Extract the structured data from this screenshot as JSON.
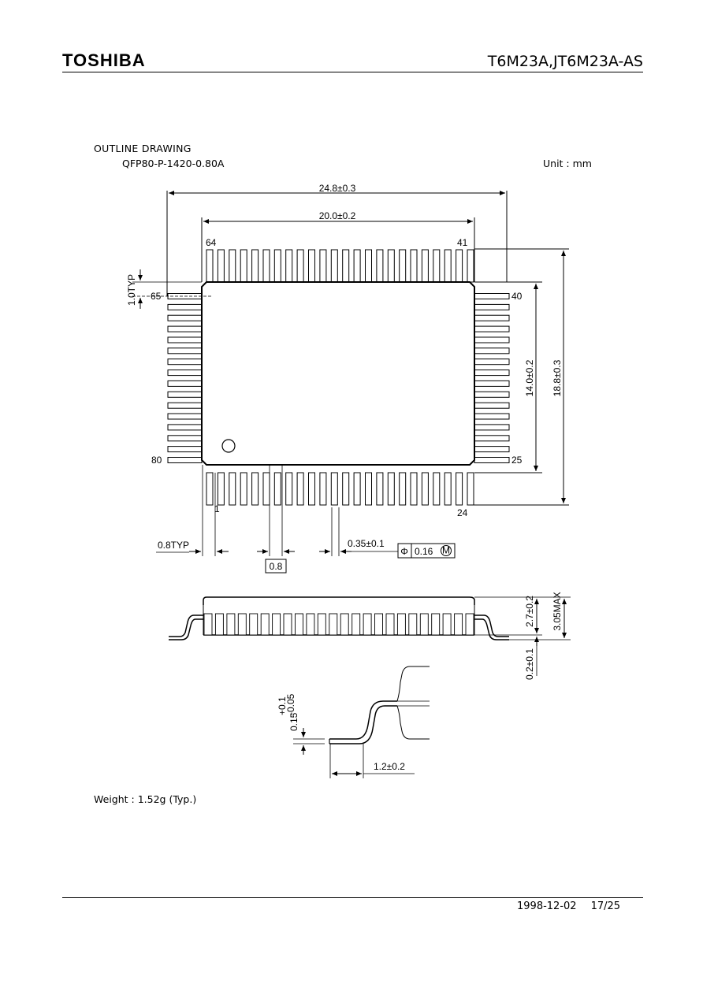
{
  "header": {
    "logo": "TOSHIBA",
    "part_number": "T6M23A,JT6M23A-AS"
  },
  "section": {
    "title": "OUTLINE DRAWING",
    "package": "QFP80-P-1420-0.80A",
    "unit": "Unit : mm"
  },
  "dims": {
    "overall_width": "24.8±0.3",
    "body_width": "20.0±0.2",
    "body_height": "14.0±0.2",
    "overall_height": "18.8±0.3",
    "corner_typ": "1.0TYP",
    "pitch_typ": "0.8TYP",
    "pitch_basic": "0.8",
    "lead_width": "0.35±0.1",
    "position_tol": "0.16",
    "position_symbol": "Φ",
    "mmc_symbol": "M",
    "body_thickness": "2.7±0.2",
    "max_height": "3.05MAX",
    "standoff": "0.2±0.1",
    "lead_thickness": "0.15",
    "lead_thickness_plus": "+0.1",
    "lead_thickness_minus": "-0.05",
    "foot_length": "1.2±0.2"
  },
  "pins": {
    "top_left": "64",
    "top_right": "41",
    "left_top": "65",
    "right_top": "40",
    "left_bottom": "80",
    "right_bottom": "25",
    "bottom_left": "1",
    "bottom_right": "24"
  },
  "weight": "Weight : 1.52g (Typ.)",
  "footer": {
    "date": "1998-12-02",
    "page": "17/25"
  }
}
